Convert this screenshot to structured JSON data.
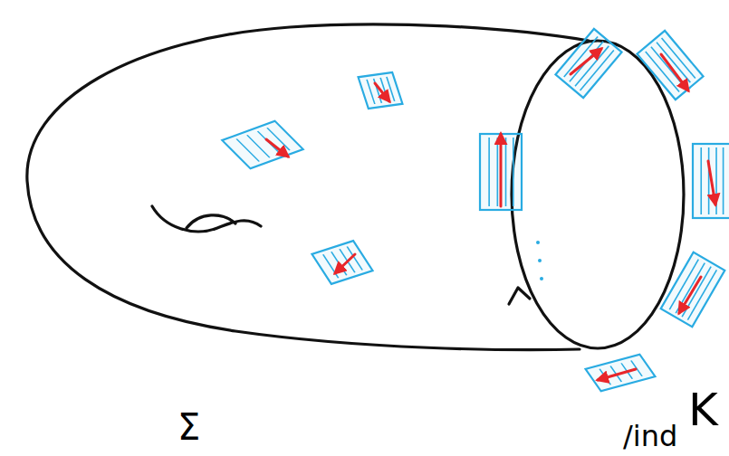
{
  "diagram": {
    "labels": [
      "Σ",
      "K",
      "/ind"
    ]
  }
}
